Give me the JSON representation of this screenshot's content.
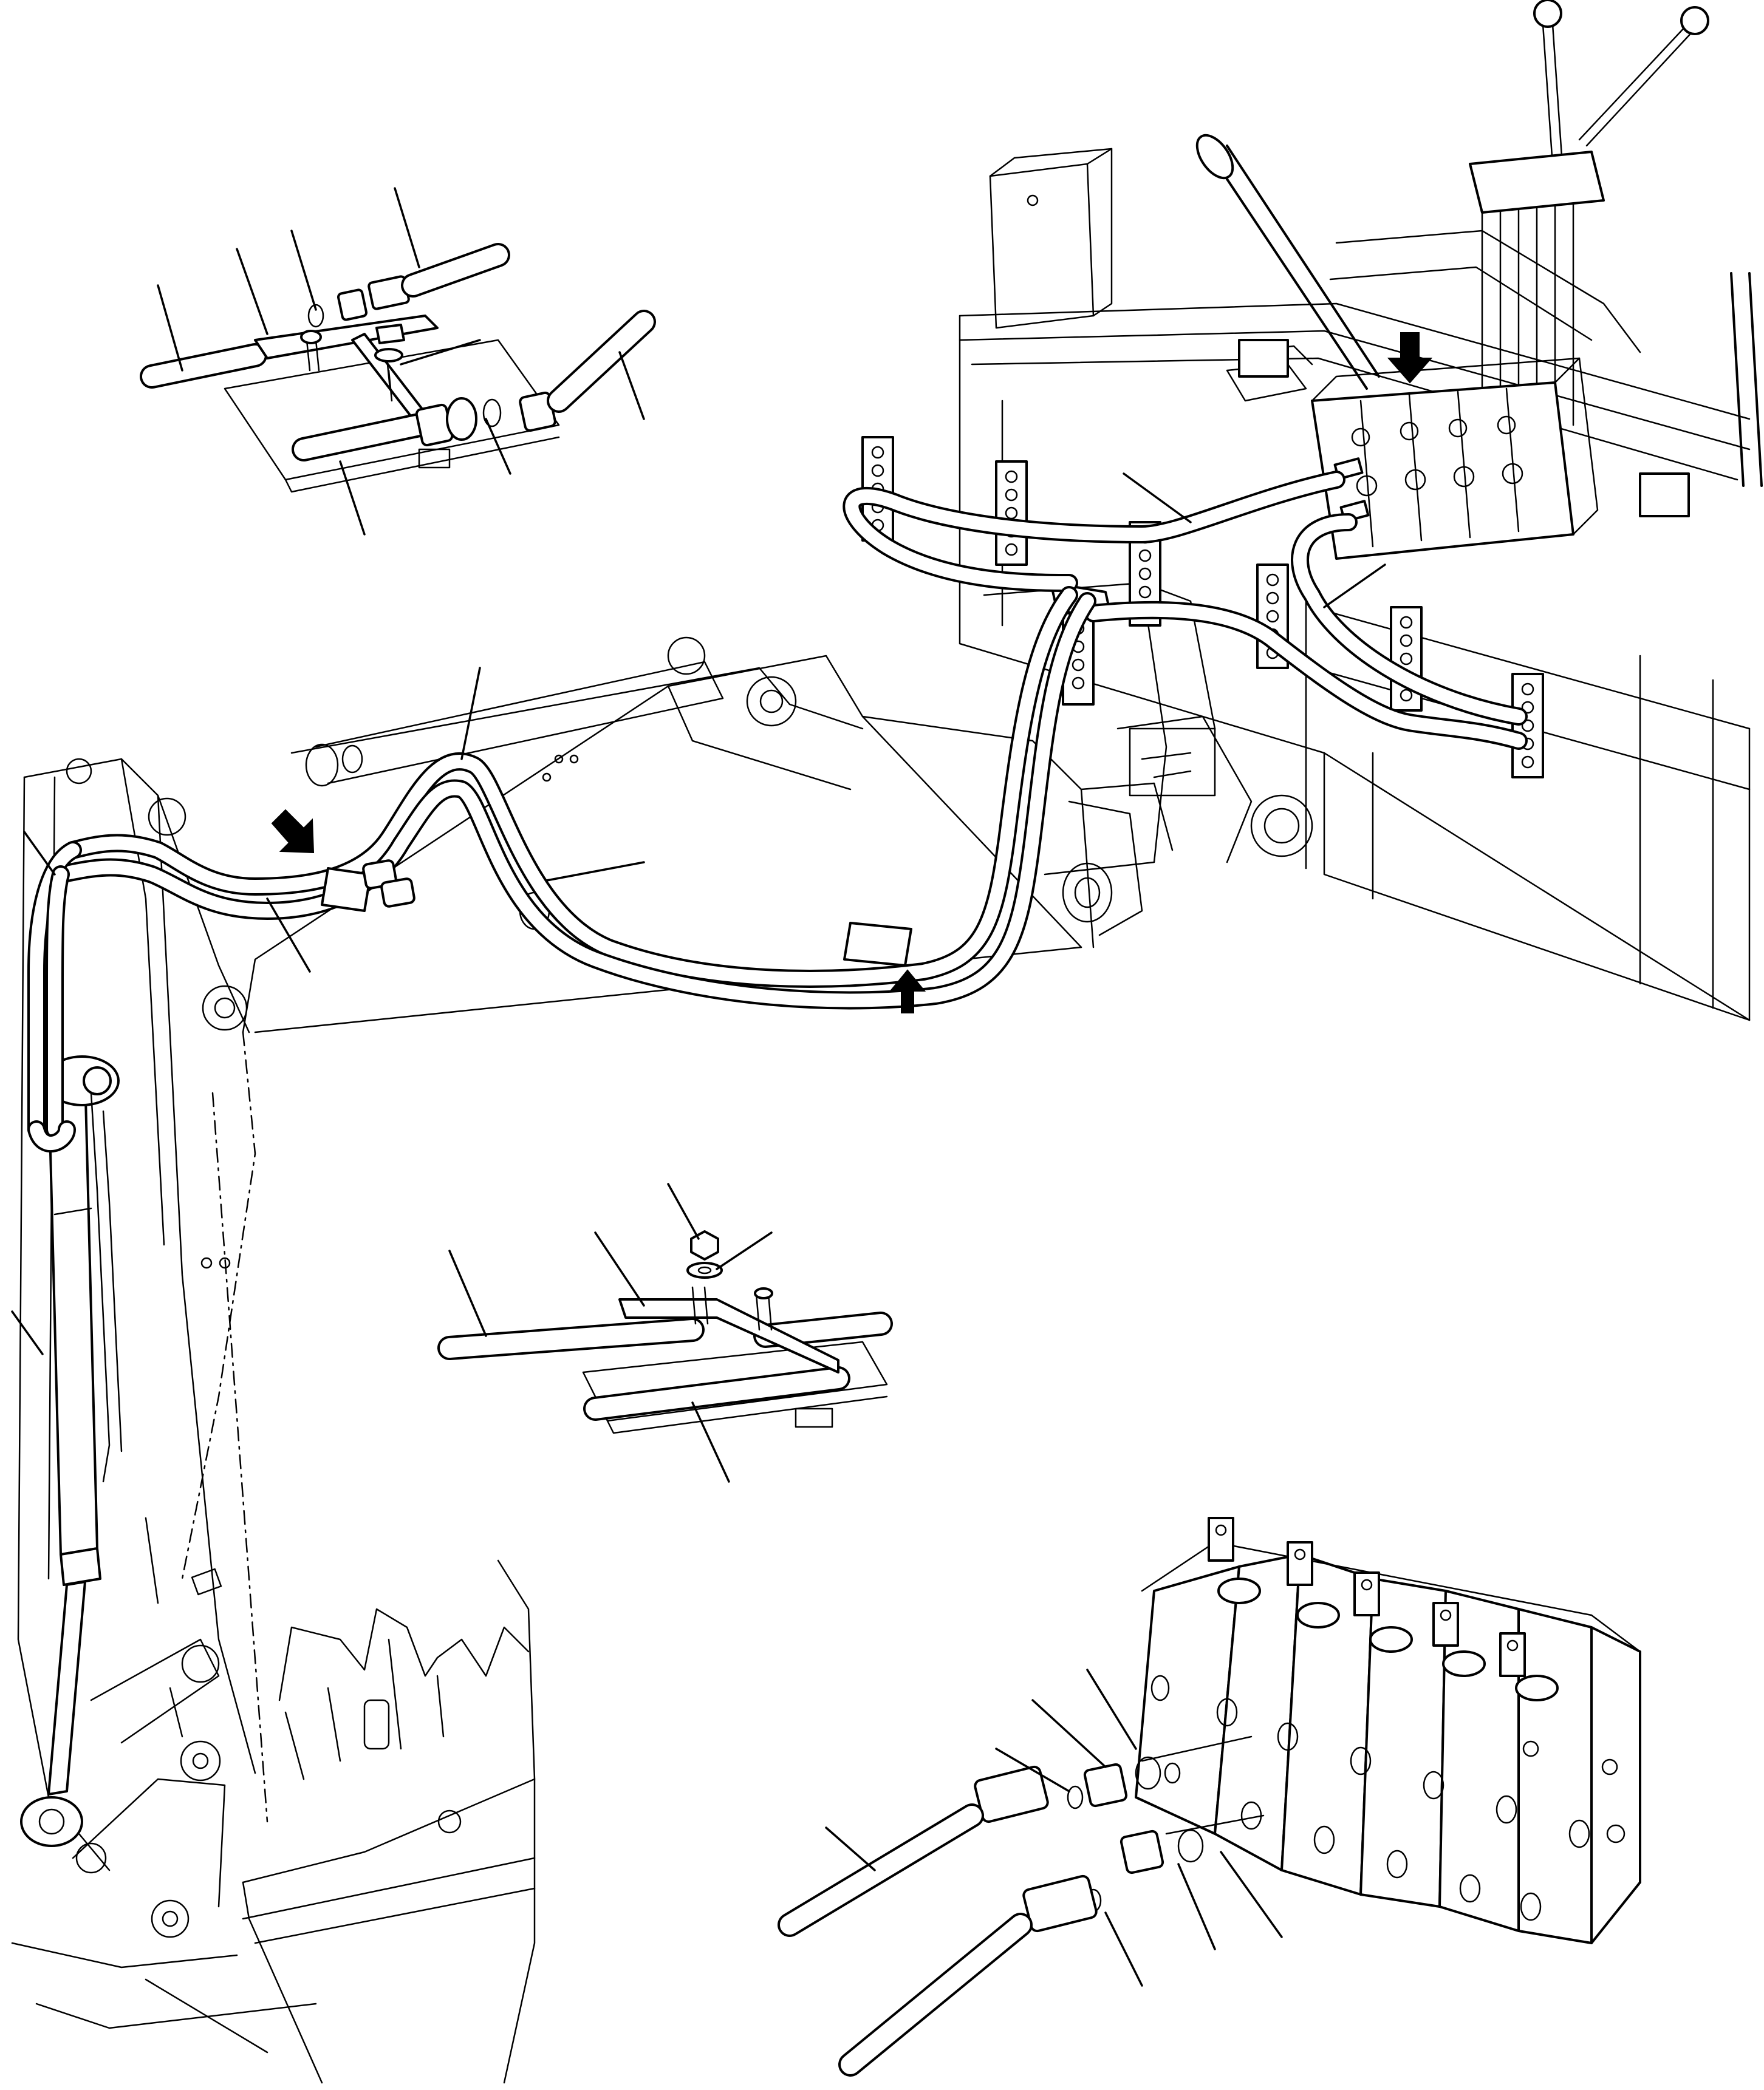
{
  "figure": {
    "views": [
      "overview-boom-and-arm-hoses",
      "detail-hose-connector-plate",
      "detail-hose-clamp",
      "detail-control-valve-fittings"
    ],
    "arrow_markers": 3
  }
}
